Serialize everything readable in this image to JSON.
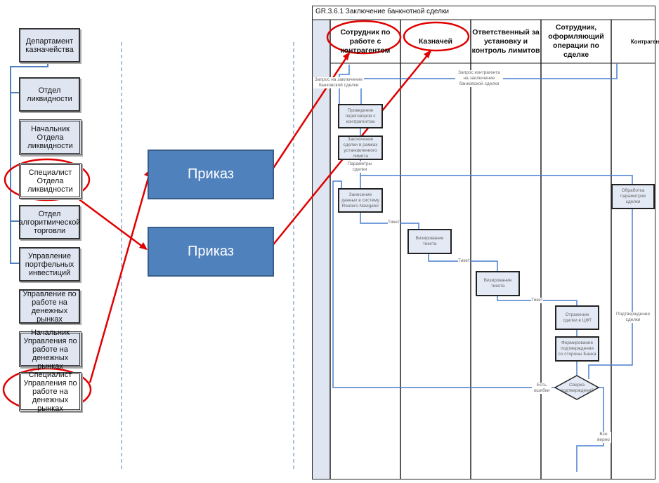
{
  "org_chart": {
    "boxes": [
      "Департамент казначейства",
      "Отдел ликвидности",
      "Начальник Отдела ликвидности",
      "Специалист Отдела ликвидности",
      "Отдел алгоритмической торговли",
      "Управление портфельных инвестиций",
      "Управление по работе на денежных рынках",
      "Начальник Управления по работе на денежных рынках",
      "Специалист Управления по работе на денежных рынках"
    ]
  },
  "orders": [
    "Приказ",
    "Приказ"
  ],
  "process": {
    "title": "GR.3.6.1 Заключение банкнотной сделки",
    "lanes": [
      "Сотрудник по работе с контрагентом",
      "Казначей",
      "Ответственный за установку и контроль лимитов",
      "Сотрудник, оформляющий операции по сделке",
      "Контрагент"
    ],
    "steps": {
      "negotiation": "Проведение переговоров с контрагентом",
      "conclude": "Заключение сделки в рамках установленного лимита",
      "enter_data": "Занесение данных в систему Reuters-Navigator",
      "visa1": "Визирование тикета",
      "visa2": "Визирование тикета",
      "record": "Отражение сделки в ЦФТ",
      "confirm": "Формирование подтверждения со стороны Банка",
      "check": "Сверка подтверждений",
      "process_params": "Обработка параметров сделки"
    },
    "labels": {
      "request": "Запрос на заключение банковской сделки",
      "counterparty_request": "Запрос контрагента на заключение банковской сделки",
      "params": "Параметры сделки",
      "ticket1": "Тикет",
      "ticket2": "Тикет",
      "ticket3": "Тикет",
      "deal_confirm": "Подтверждение сделки",
      "errors": "Есть ошибки",
      "ok": "Все верно"
    }
  },
  "colors": {
    "highlight": "#e00000",
    "flow": "#4a7fd0",
    "box": "#4f81bd"
  }
}
